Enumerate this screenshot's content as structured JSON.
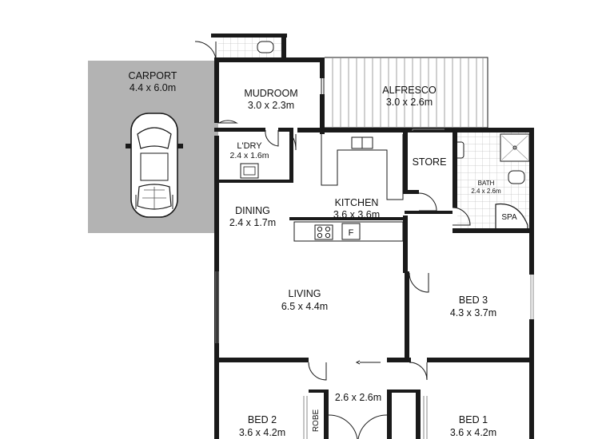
{
  "rooms": {
    "carport": {
      "name": "CARPORT",
      "size": "4.4 x 6.0m"
    },
    "mudroom": {
      "name": "MUDROOM",
      "size": "3.0 x 2.3m"
    },
    "alfresco": {
      "name": "ALFRESCO",
      "size": "3.0 x 2.6m"
    },
    "laundry": {
      "name": "L'DRY",
      "size": "2.4 x 1.6m"
    },
    "dining": {
      "name": "DINING",
      "size": "2.4 x 1.7m"
    },
    "kitchen": {
      "name": "KITCHEN",
      "size": "3.6 x 3.6m"
    },
    "store": {
      "name": "STORE"
    },
    "bath": {
      "name": "BATH",
      "size": "2.4 x 2.6m"
    },
    "spa": {
      "name": "SPA"
    },
    "living": {
      "name": "LIVING",
      "size": "6.5 x 4.4m"
    },
    "bed3": {
      "name": "BED 3",
      "size": "4.3 x 3.7m"
    },
    "hall": {
      "size": "2.6 x 2.6m"
    },
    "robe": {
      "name": "ROBE"
    },
    "bed2": {
      "name": "BED 2",
      "size": "3.6 x 4.2m"
    },
    "bed1": {
      "name": "BED 1",
      "size": "3.6 x 4.2m"
    }
  },
  "fixtures": {
    "fridge_label": "F"
  },
  "colors": {
    "carport_fill": "#b3b3b3",
    "wall": "#1a1a1a",
    "tile": "#bdbdbd"
  }
}
